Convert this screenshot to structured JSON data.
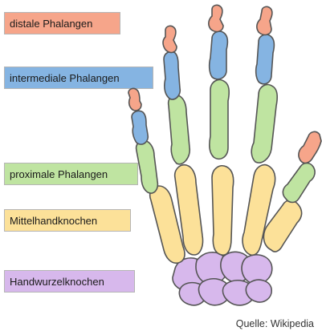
{
  "labels": {
    "distal": {
      "text": "distale Phalangen",
      "color": "#f6a58a"
    },
    "intermediate": {
      "text": "intermediale Phalangen",
      "color": "#85b4e2"
    },
    "proximal": {
      "text": "proximale Phalangen",
      "color": "#bfe4a1"
    },
    "metacarpal": {
      "text": "Mittelhandknochen",
      "color": "#fce199"
    },
    "carpal": {
      "text": "Handwurzelknochen",
      "color": "#d7b8ec"
    }
  },
  "source": "Quelle: Wikipedia"
}
